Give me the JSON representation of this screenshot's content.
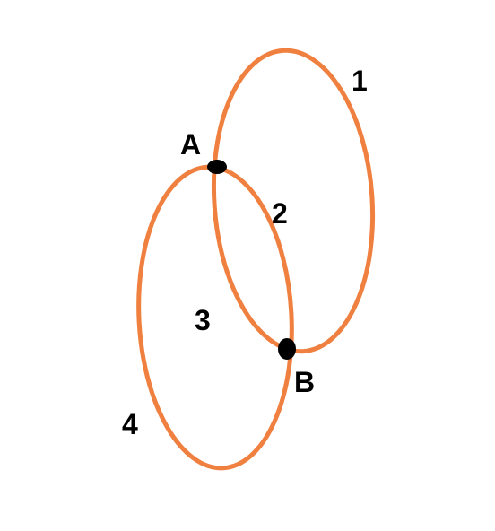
{
  "diagram": {
    "stroke_color": "#F08040",
    "point_color": "#000000",
    "point_labels": {
      "a": "A",
      "b": "B"
    },
    "region_labels": {
      "r1": "1",
      "r2": "2",
      "r3": "3",
      "r4": "4"
    }
  }
}
